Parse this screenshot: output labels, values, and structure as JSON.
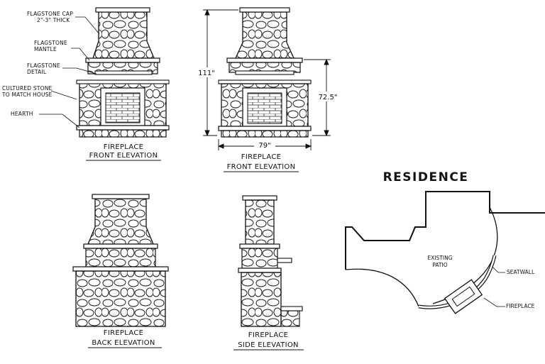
{
  "front_elevation_detail": {
    "notes": {
      "flagstone_cap": [
        "FLAGSTONE CAP",
        "2\"-3\" THICK"
      ],
      "flagstone_mantle": [
        "FLAGSTONE",
        "MANTLE"
      ],
      "flagstone_detail": [
        "FLAGSTONE",
        "DETAIL"
      ],
      "cultured_stone": [
        "CULTURED STONE",
        "TO MATCH HOUSE"
      ],
      "hearth": "HEARTH"
    },
    "caption": [
      "FIREPLACE",
      "FRONT ELEVATION"
    ]
  },
  "front_elevation_dims": {
    "height_total": "111\"",
    "height_mantle": "72.5\"",
    "width": "79\"",
    "caption": [
      "FIREPLACE",
      "FRONT ELEVATION"
    ]
  },
  "back_elevation": {
    "caption": [
      "FIREPLACE",
      "BACK ELEVATION"
    ]
  },
  "side_elevation": {
    "caption": [
      "FIREPLACE",
      "SIDE ELEVATION"
    ]
  },
  "site_plan": {
    "residence": "RESIDENCE",
    "patio": [
      "EXISTING",
      "PATIO"
    ],
    "seatwall": "SEATWALL",
    "fireplace": "FIREPLACE"
  }
}
